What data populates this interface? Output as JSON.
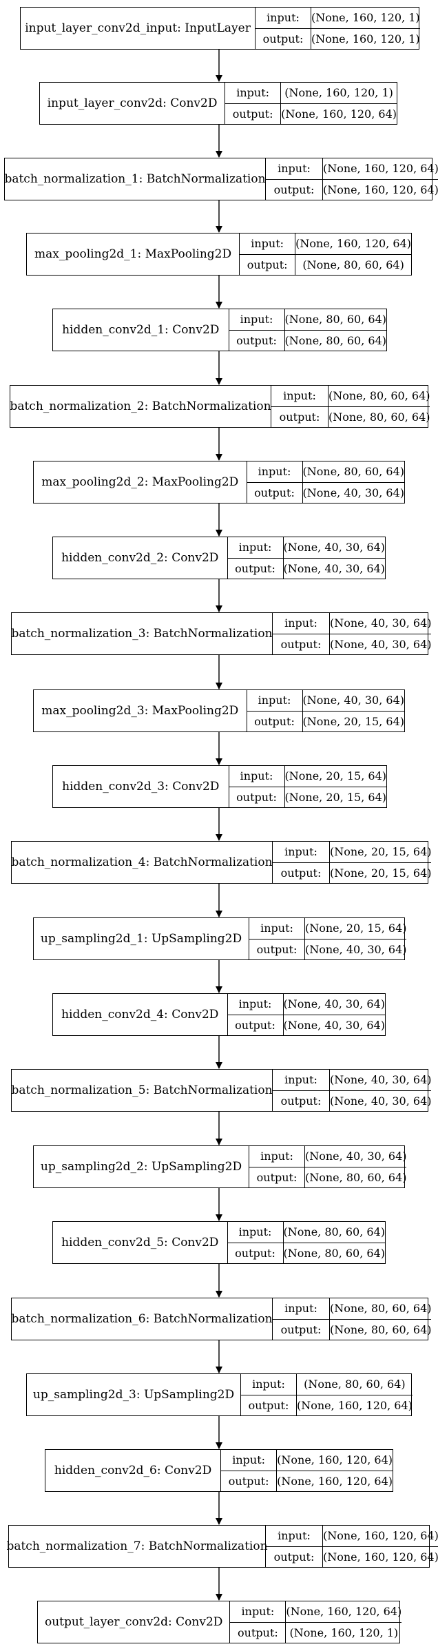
{
  "diagram": {
    "edge_color": "#000000",
    "nodes": [
      {
        "name": "input_layer_conv2d_input: InputLayer",
        "input_label": "input:",
        "output_label": "output:",
        "input_shape": "(None, 160, 120, 1)",
        "output_shape": "(None, 160, 120, 1)"
      },
      {
        "name": "input_layer_conv2d: Conv2D",
        "input_label": "input:",
        "output_label": "output:",
        "input_shape": "(None, 160, 120, 1)",
        "output_shape": "(None, 160, 120, 64)"
      },
      {
        "name": "batch_normalization_1: BatchNormalization",
        "input_label": "input:",
        "output_label": "output:",
        "input_shape": "(None, 160, 120, 64)",
        "output_shape": "(None, 160, 120, 64)"
      },
      {
        "name": "max_pooling2d_1: MaxPooling2D",
        "input_label": "input:",
        "output_label": "output:",
        "input_shape": "(None, 160, 120, 64)",
        "output_shape": "(None, 80, 60, 64)"
      },
      {
        "name": "hidden_conv2d_1: Conv2D",
        "input_label": "input:",
        "output_label": "output:",
        "input_shape": "(None, 80, 60, 64)",
        "output_shape": "(None, 80, 60, 64)"
      },
      {
        "name": "batch_normalization_2: BatchNormalization",
        "input_label": "input:",
        "output_label": "output:",
        "input_shape": "(None, 80, 60, 64)",
        "output_shape": "(None, 80, 60, 64)"
      },
      {
        "name": "max_pooling2d_2: MaxPooling2D",
        "input_label": "input:",
        "output_label": "output:",
        "input_shape": "(None, 80, 60, 64)",
        "output_shape": "(None, 40, 30, 64)"
      },
      {
        "name": "hidden_conv2d_2: Conv2D",
        "input_label": "input:",
        "output_label": "output:",
        "input_shape": "(None, 40, 30, 64)",
        "output_shape": "(None, 40, 30, 64)"
      },
      {
        "name": "batch_normalization_3: BatchNormalization",
        "input_label": "input:",
        "output_label": "output:",
        "input_shape": "(None, 40, 30, 64)",
        "output_shape": "(None, 40, 30, 64)"
      },
      {
        "name": "max_pooling2d_3: MaxPooling2D",
        "input_label": "input:",
        "output_label": "output:",
        "input_shape": "(None, 40, 30, 64)",
        "output_shape": "(None, 20, 15, 64)"
      },
      {
        "name": "hidden_conv2d_3: Conv2D",
        "input_label": "input:",
        "output_label": "output:",
        "input_shape": "(None, 20, 15, 64)",
        "output_shape": "(None, 20, 15, 64)"
      },
      {
        "name": "batch_normalization_4: BatchNormalization",
        "input_label": "input:",
        "output_label": "output:",
        "input_shape": "(None, 20, 15, 64)",
        "output_shape": "(None, 20, 15, 64)"
      },
      {
        "name": "up_sampling2d_1: UpSampling2D",
        "input_label": "input:",
        "output_label": "output:",
        "input_shape": "(None, 20, 15, 64)",
        "output_shape": "(None, 40, 30, 64)"
      },
      {
        "name": "hidden_conv2d_4: Conv2D",
        "input_label": "input:",
        "output_label": "output:",
        "input_shape": "(None, 40, 30, 64)",
        "output_shape": "(None, 40, 30, 64)"
      },
      {
        "name": "batch_normalization_5: BatchNormalization",
        "input_label": "input:",
        "output_label": "output:",
        "input_shape": "(None, 40, 30, 64)",
        "output_shape": "(None, 40, 30, 64)"
      },
      {
        "name": "up_sampling2d_2: UpSampling2D",
        "input_label": "input:",
        "output_label": "output:",
        "input_shape": "(None, 40, 30, 64)",
        "output_shape": "(None, 80, 60, 64)"
      },
      {
        "name": "hidden_conv2d_5: Conv2D",
        "input_label": "input:",
        "output_label": "output:",
        "input_shape": "(None, 80, 60, 64)",
        "output_shape": "(None, 80, 60, 64)"
      },
      {
        "name": "batch_normalization_6: BatchNormalization",
        "input_label": "input:",
        "output_label": "output:",
        "input_shape": "(None, 80, 60, 64)",
        "output_shape": "(None, 80, 60, 64)"
      },
      {
        "name": "up_sampling2d_3: UpSampling2D",
        "input_label": "input:",
        "output_label": "output:",
        "input_shape": "(None, 80, 60, 64)",
        "output_shape": "(None, 160, 120, 64)"
      },
      {
        "name": "hidden_conv2d_6: Conv2D",
        "input_label": "input:",
        "output_label": "output:",
        "input_shape": "(None, 160, 120, 64)",
        "output_shape": "(None, 160, 120, 64)"
      },
      {
        "name": "batch_normalization_7: BatchNormalization",
        "input_label": "input:",
        "output_label": "output:",
        "input_shape": "(None, 160, 120, 64)",
        "output_shape": "(None, 160, 120, 64)"
      },
      {
        "name": "output_layer_conv2d: Conv2D",
        "input_label": "input:",
        "output_label": "output:",
        "input_shape": "(None, 160, 120, 64)",
        "output_shape": "(None, 160, 120, 1)"
      }
    ]
  }
}
